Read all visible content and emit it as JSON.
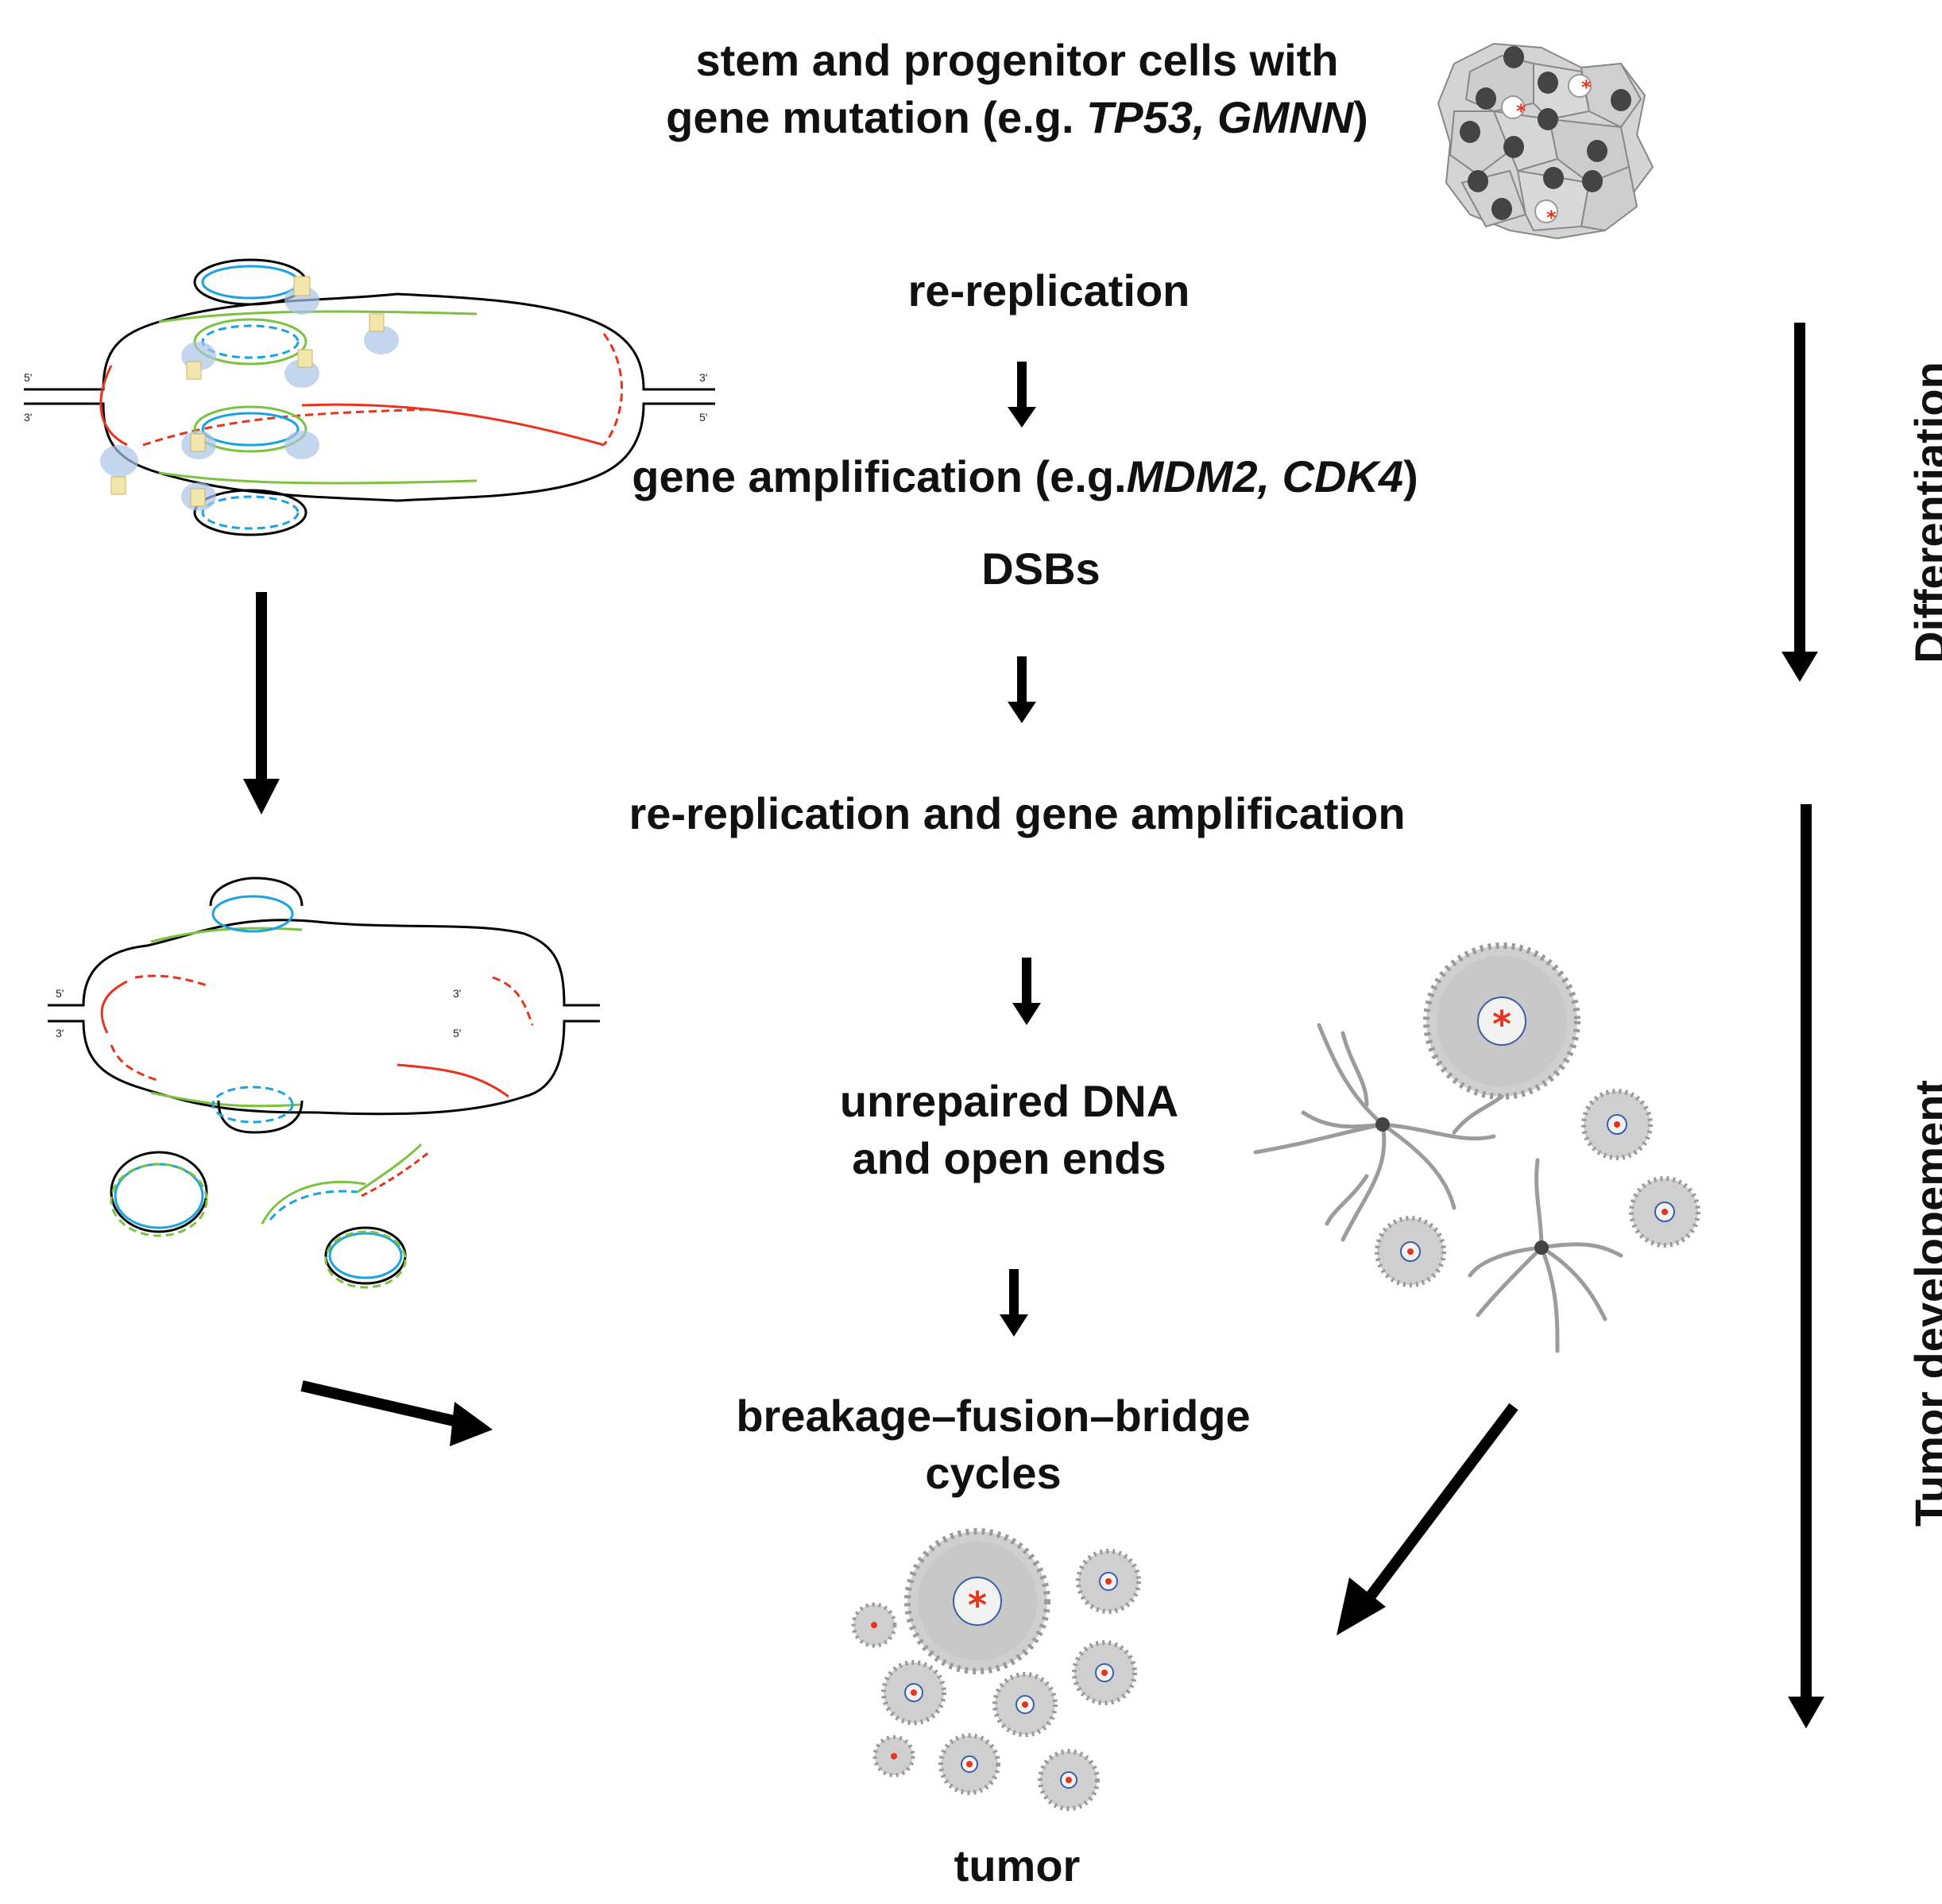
{
  "steps": {
    "stem_line1": "stem and progenitor cells with",
    "stem_line2_prefix": "gene mutation (e.g. ",
    "stem_line2_genes": "TP53, GMNN",
    "stem_line2_suffix": ")",
    "rereplication": "re-replication",
    "amp_prefix": "gene amplification (e.g.",
    "amp_genes": "MDM2, CDK4",
    "amp_suffix": ")",
    "dsbs": "DSBs",
    "rerep_amp": "re-replication and gene amplification",
    "unrepaired_line1": "unrepaired DNA",
    "unrepaired_line2": "and open ends",
    "bfb_line1": "breakage–fusion–bridge",
    "bfb_line2": "cycles",
    "tumor": "tumor"
  },
  "side_labels": {
    "differentiation": "Differentiation",
    "tumor_development": "Tumor developement"
  },
  "strand_labels": {
    "five_prime": "5'",
    "three_prime": "3'"
  },
  "colors": {
    "red": "#e8331f",
    "blue": "#1aa3e0",
    "green": "#7cc142",
    "cell_gray": "#cfcfcf",
    "nucleus_dark": "#444444",
    "asterisk": "#e8331f"
  }
}
